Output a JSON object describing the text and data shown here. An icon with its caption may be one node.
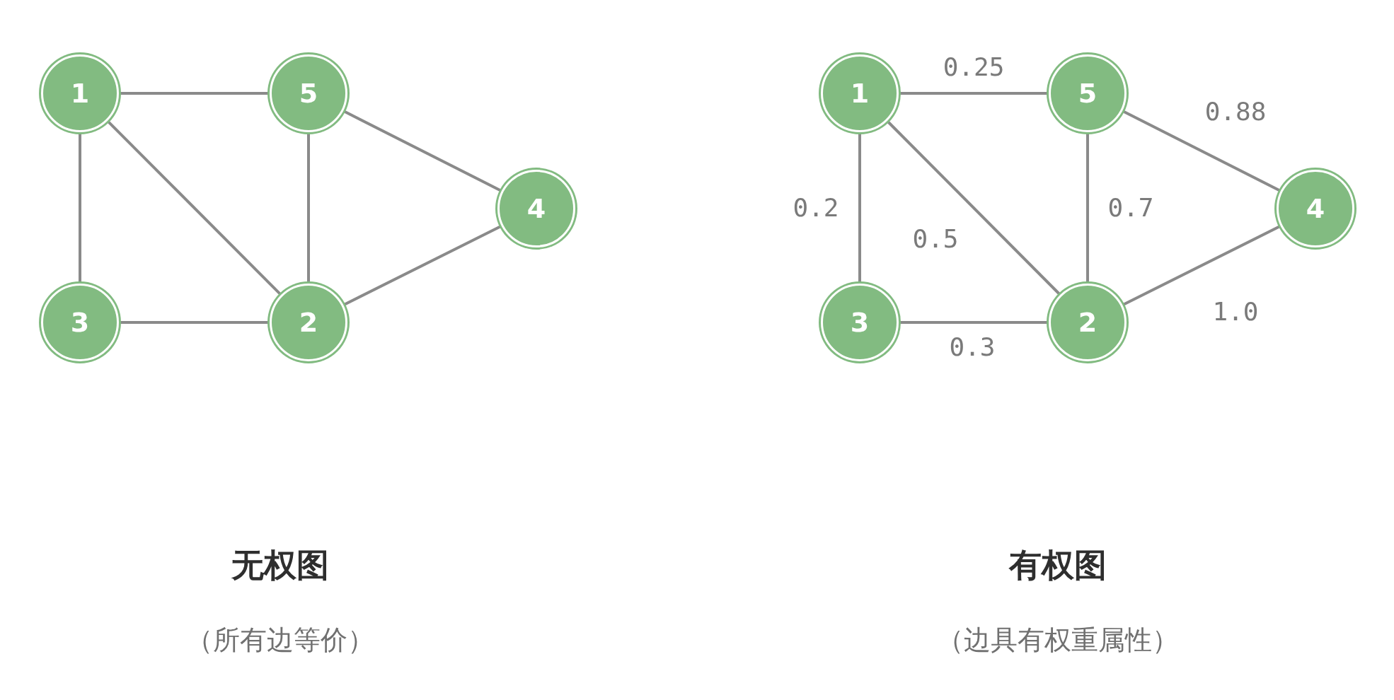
{
  "diagram": {
    "nodes": [
      {
        "text": [
          "1"
        ]
      },
      {
        "text": [
          "5"
        ]
      },
      {
        "text": [
          "4"
        ]
      },
      {
        "text": [
          "3"
        ]
      },
      {
        "text": [
          "2"
        ]
      },
      {
        "text": [
          "1"
        ]
      },
      {
        "text": [
          "5"
        ]
      },
      {
        "text": [
          "4"
        ]
      },
      {
        "text": [
          "3"
        ]
      },
      {
        "text": [
          "2"
        ]
      }
    ],
    "edges": [
      {
        "from": 0,
        "to": 1,
        "arrow": "none"
      },
      {
        "from": 0,
        "to": 3,
        "arrow": "none"
      },
      {
        "from": 0,
        "to": 4,
        "arrow": "none"
      },
      {
        "from": 1,
        "to": 4,
        "arrow": "none"
      },
      {
        "from": 1,
        "to": 2,
        "arrow": "none"
      },
      {
        "from": 3,
        "to": 4,
        "arrow": "none"
      },
      {
        "from": 4,
        "to": 2,
        "arrow": "none"
      },
      {
        "from": 5,
        "to": 6,
        "arrow": "none",
        "label": "0.25"
      },
      {
        "from": 5,
        "to": 8,
        "arrow": "none",
        "label": "0.2"
      },
      {
        "from": 5,
        "to": 9,
        "arrow": "none",
        "label": "0.5"
      },
      {
        "from": 6,
        "to": 9,
        "arrow": "none",
        "label": "0.7"
      },
      {
        "from": 6,
        "to": 7,
        "arrow": "none",
        "label": "0.88"
      },
      {
        "from": 8,
        "to": 9,
        "arrow": "none",
        "label": "0.3"
      },
      {
        "from": 9,
        "to": 7,
        "arrow": "none",
        "label": "1.0"
      }
    ],
    "labels": [
      "无权图",
      "（所有边等价）",
      "有权图",
      "（边具有权重属性）"
    ]
  }
}
